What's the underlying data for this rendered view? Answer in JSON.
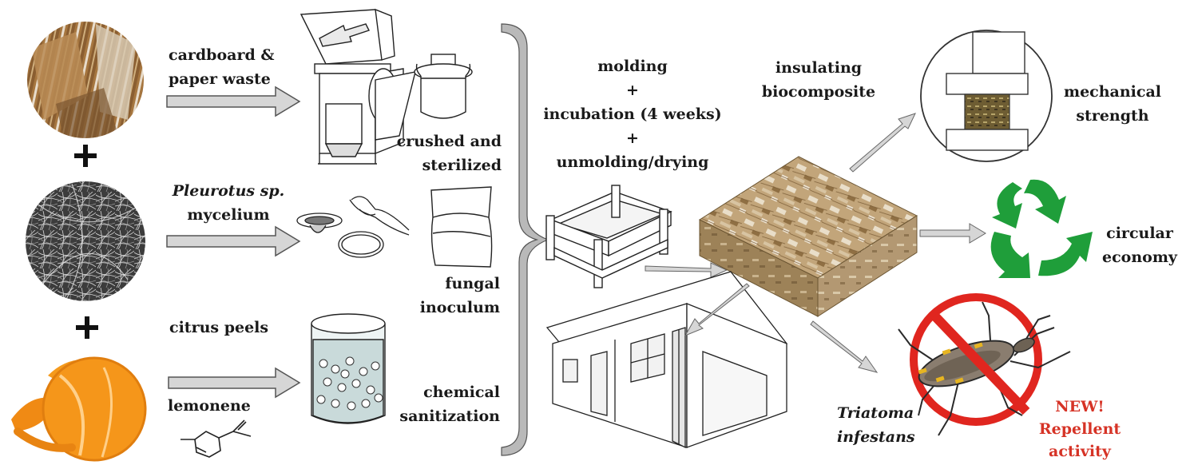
{
  "inputs": {
    "cardboard": {
      "line1": "cardboard &",
      "line2": "paper waste"
    },
    "mycelium": {
      "line1": "Pleurotus sp.",
      "line2": "mycelium"
    },
    "citrus": "citrus peels",
    "lemonene": "lemonene"
  },
  "treatments": {
    "crushed": {
      "line1": "crushed and",
      "line2": "sterilized"
    },
    "fungal": {
      "line1": "fungal",
      "line2": "inoculum"
    },
    "chemical": {
      "line1": "chemical",
      "line2": "sanitization"
    }
  },
  "process": {
    "line1": "molding",
    "plus1": "+",
    "line2": "incubation (4 weeks)",
    "plus2": "+",
    "line3": "unmolding/drying"
  },
  "product": {
    "line1": "insulating",
    "line2": "biocomposite"
  },
  "outcomes": {
    "mechanical": {
      "line1": "mechanical",
      "line2": "strength"
    },
    "circular": {
      "line1": "circular",
      "line2": "economy"
    },
    "triatoma": {
      "line1": "Triatoma",
      "line2": "infestans"
    },
    "repellent": {
      "line1": "NEW!",
      "line2": "Repellent",
      "line3": "activity"
    }
  },
  "colors": {
    "arrow_fill": "#d6d6d6",
    "recycle_green": "#1f9e3a",
    "prohibit_red": "#e0261f",
    "new_text_red": "#d63326",
    "biocomposite": "#b89a6e"
  }
}
